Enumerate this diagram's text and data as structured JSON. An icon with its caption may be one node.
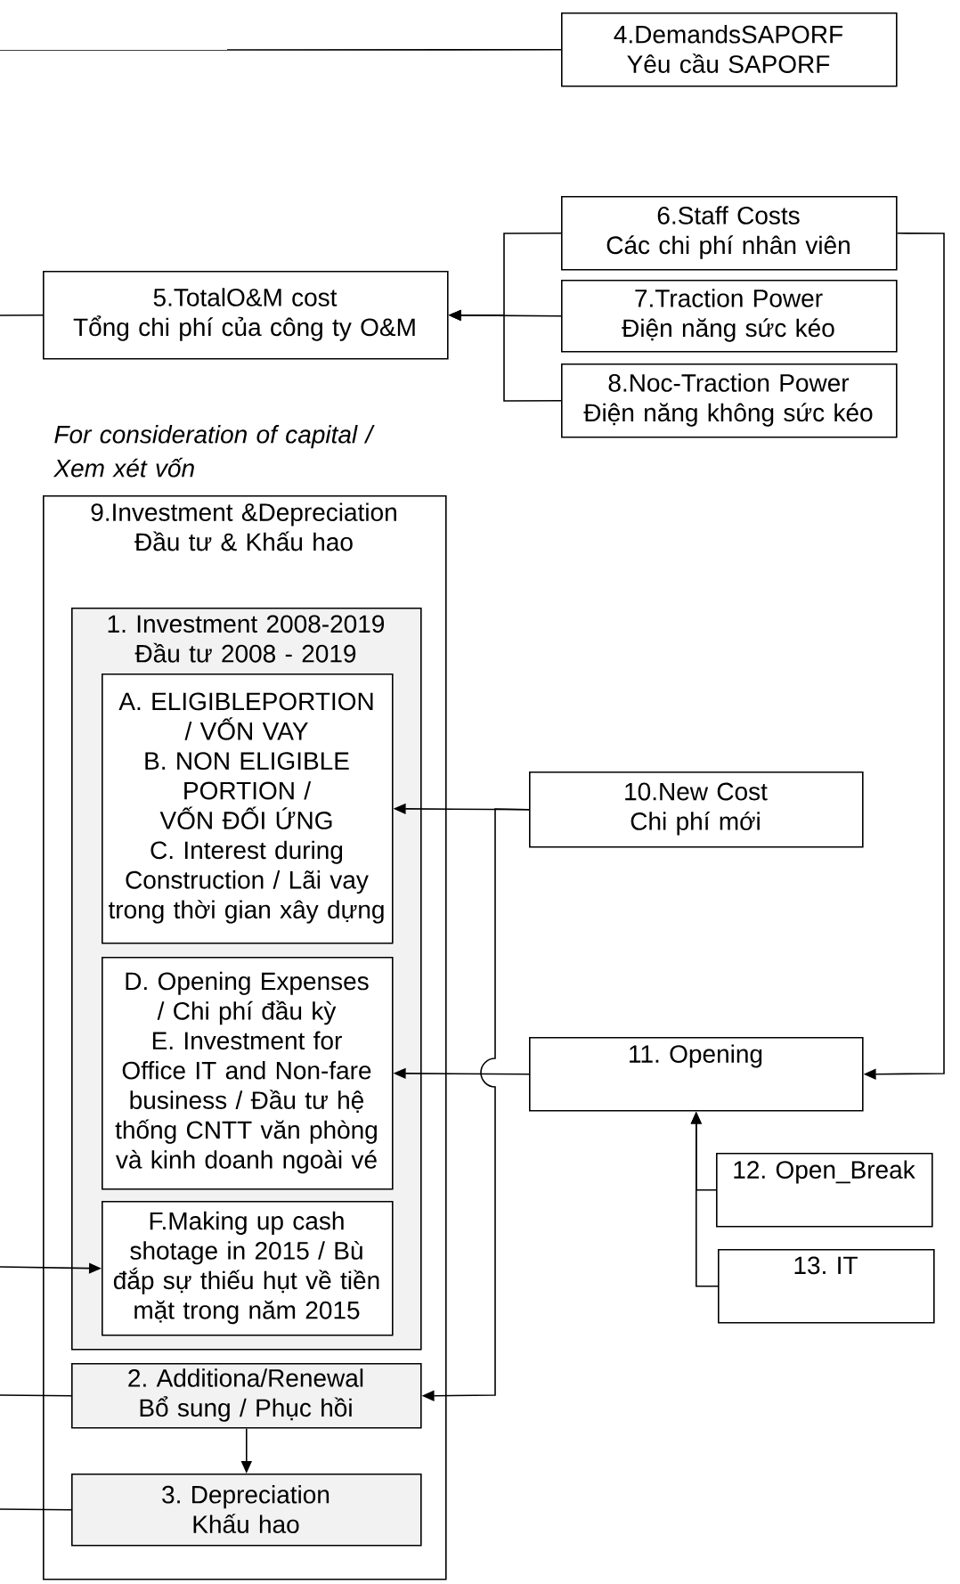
{
  "diagram": {
    "nodes": [
      {
        "text": [
          "4.DemandsSAPORF",
          "Yêu cầu SAPORF"
        ]
      },
      {
        "text": [
          "5.TotalO&M cost",
          "Tổng chi phí của công ty O&M"
        ]
      },
      {
        "text": [
          "6.Staff Costs",
          "Các chi phí nhân viên"
        ]
      },
      {
        "text": [
          "7.Traction Power",
          "Điện năng sức kéo"
        ]
      },
      {
        "text": [
          "8.Noc-Traction Power",
          "Điện năng không sức kéo"
        ]
      },
      {
        "text": [
          "9.Investment &Depreciation",
          "Đầu tư & Khấu hao"
        ],
        "beside": [
          "For consideration of capital / Xem xét vốn"
        ]
      },
      {
        "text": [
          "1. Investment 2008-2019",
          "Đầu tư 2008 - 2019"
        ],
        "in": 5
      },
      {
        "text": [
          "A. ELIGIBLEPORTION / VỐN VAY",
          "B. NON ELIGIBLE PORTION / VỐN ĐỐI ỨNG",
          "C. Interest during Construction / Lãi vay trong thời gian xây dựng"
        ],
        "in": 6
      },
      {
        "text": [
          "D. Opening Expenses / Chi phí đầu kỳ",
          "E. Investment for Office IT and Non-fare business / Đầu tư hệ thống CNTT văn phòng và kinh doanh ngoài vé"
        ],
        "in": 6
      },
      {
        "text": [
          "F.Making up cash shotage in 2015 / Bù đắp sự thiếu hụt về tiền mặt trong năm 2015"
        ],
        "in": 6
      },
      {
        "text": [
          "2. Additiona/Renewal",
          "Bổ sung / Phục hồi"
        ],
        "in": 5
      },
      {
        "text": [
          "3. Depreciation",
          "Khấu hao"
        ],
        "in": 5
      },
      {
        "text": [
          "10.New Cost",
          "Chi phí mới"
        ]
      },
      {
        "text": [
          "11. Opening"
        ]
      },
      {
        "text": [
          "12. Open_Break"
        ]
      },
      {
        "text": [
          "13. IT"
        ]
      }
    ],
    "edges": [
      {
        "from": 0,
        "to": null,
        "arrow": "none"
      },
      {
        "from": 1,
        "to": null,
        "arrow": "none"
      },
      {
        "from": 2,
        "to": 1,
        "arrow": "to"
      },
      {
        "from": 3,
        "to": 1,
        "arrow": "to"
      },
      {
        "from": 4,
        "to": 1,
        "arrow": "to"
      },
      {
        "from": 2,
        "to": 13,
        "arrow": "to"
      },
      {
        "from": 12,
        "to": 7,
        "arrow": "to"
      },
      {
        "from": 12,
        "to": 10,
        "arrow": "to"
      },
      {
        "from": 13,
        "to": 8,
        "arrow": "to"
      },
      {
        "from": 14,
        "to": 13,
        "arrow": "to"
      },
      {
        "from": 15,
        "to": 13,
        "arrow": "to"
      },
      {
        "from": 10,
        "to": 11,
        "arrow": "to"
      },
      {
        "from": null,
        "to": 9,
        "arrow": "to"
      },
      {
        "from": 10,
        "to": null,
        "arrow": "none"
      },
      {
        "from": 11,
        "to": null,
        "arrow": "none"
      }
    ]
  }
}
